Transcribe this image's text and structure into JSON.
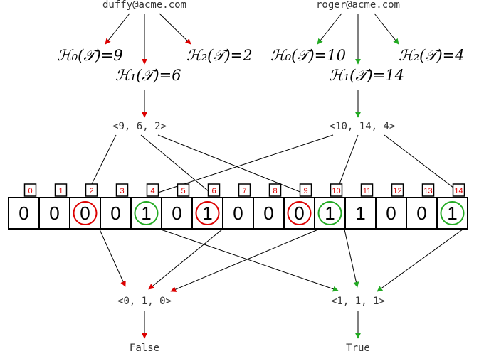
{
  "emails": [
    {
      "text": "duffy@acme.com",
      "color": "#cc0000"
    },
    {
      "text": "roger@acme.com",
      "color": "#22aa22"
    }
  ],
  "hashes": {
    "duffy": [
      {
        "func": "ℋ₀(𝒯)",
        "eq": "=9"
      },
      {
        "func": "ℋ₁(𝒯)",
        "eq": "=6"
      },
      {
        "func": "ℋ₂(𝒯)",
        "eq": "=2"
      }
    ],
    "roger": [
      {
        "func": "ℋ₀(𝒯)",
        "eq": "=10"
      },
      {
        "func": "ℋ₁(𝒯)",
        "eq": "=14"
      },
      {
        "func": "ℋ₂(𝒯)",
        "eq": "=4"
      }
    ]
  },
  "tuples": {
    "duffy_hash": "<9, 6, 2>",
    "roger_hash": "<10, 14, 4>",
    "duffy_lookup": "<0, 1, 0>",
    "roger_lookup": "<1, 1, 1>"
  },
  "bits": [
    "0",
    "0",
    "0",
    "0",
    "1",
    "0",
    "1",
    "0",
    "0",
    "0",
    "1",
    "1",
    "0",
    "0",
    "1"
  ],
  "indices": [
    "0",
    "1",
    "2",
    "3",
    "4",
    "5",
    "6",
    "7",
    "8",
    "9",
    "10",
    "11",
    "12",
    "13",
    "14"
  ],
  "results": {
    "duffy": "False",
    "roger": "True"
  },
  "colors": {
    "red": "#dd0000",
    "green": "#22aa22",
    "index_text": "#dd0000",
    "cell_border": "#000000"
  }
}
